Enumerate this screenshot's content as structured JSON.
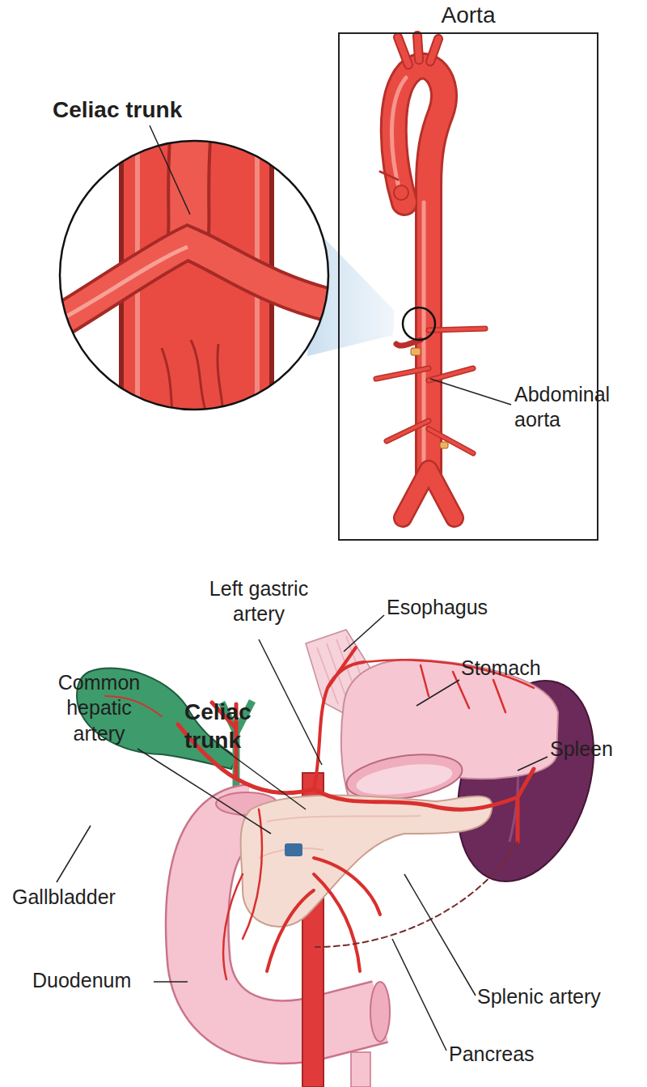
{
  "diagram": {
    "nodes": [
      {
        "text": [
          "Aorta"
        ]
      }
    ],
    "labels": [
      "Celiac trunk",
      "Abdominal aorta",
      "Left gastric artery",
      "Esophagus",
      "Common hepatic artery",
      "Celiac trunk",
      "Stomach",
      "Spleen",
      "Gallbladder",
      "Duodenum",
      "Splenic artery",
      "Pancreas"
    ]
  }
}
